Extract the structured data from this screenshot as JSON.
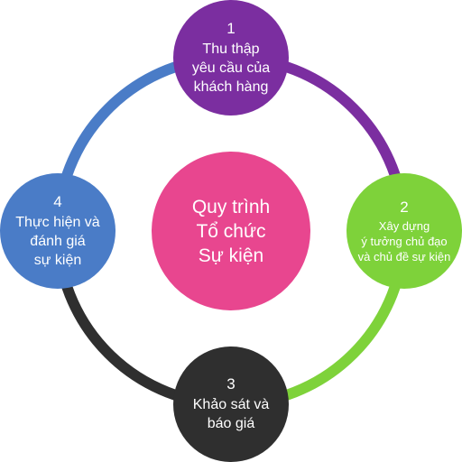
{
  "center": {
    "text": "Quy trình\nTổ chức\nSự kiện",
    "color": "#e8468f"
  },
  "steps": [
    {
      "number": "1",
      "text": "Thu thập\nyêu cầu của\nkhách hàng",
      "color": "#7b2ea0"
    },
    {
      "number": "2",
      "text": "Xây dựng\ný tưởng chủ đạo\nvà chủ đề sự kiện",
      "color": "#7ed23a"
    },
    {
      "number": "3",
      "text": "Khảo sát và\nbáo giá",
      "color": "#2f2f2f"
    },
    {
      "number": "4",
      "text": "Thực hiện và\nđánh giá\nsự kiện",
      "color": "#4a7cc7"
    }
  ],
  "ring_colors": {
    "top_to_right": "#7b2ea0",
    "right_to_bottom": "#7ed23a",
    "bottom_to_left": "#2f2f2f",
    "left_to_top": "#4a7cc7"
  }
}
